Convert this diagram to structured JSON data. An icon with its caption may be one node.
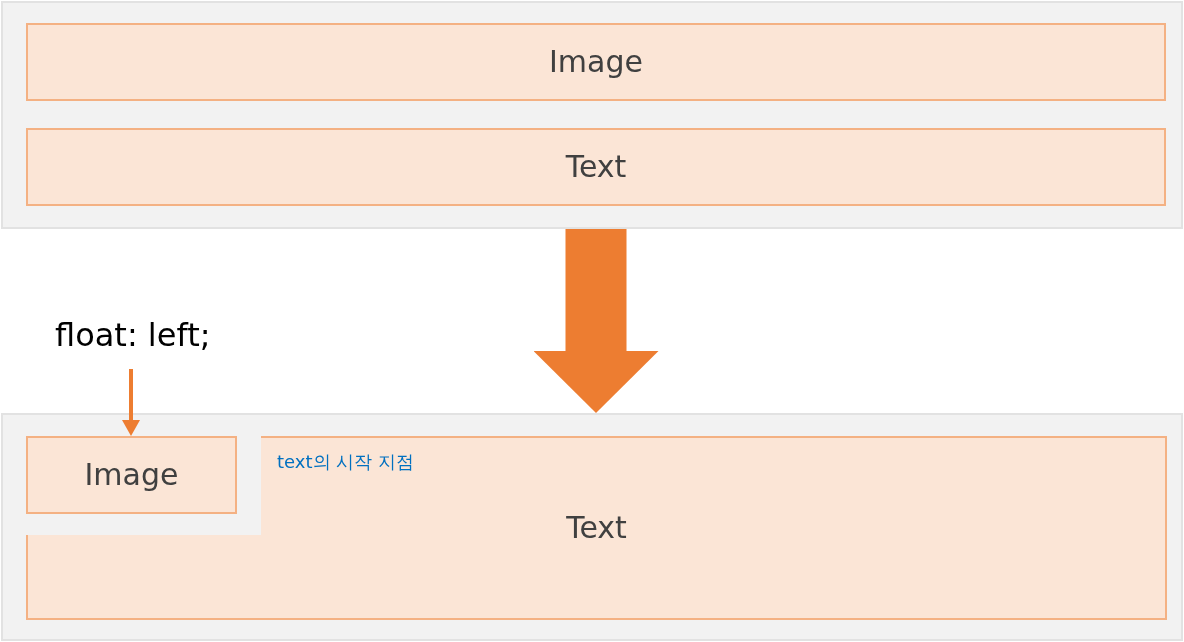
{
  "diagram": {
    "nodes": [
      {
        "text": [],
        "shape": "box"
      },
      {
        "text": [
          "Image"
        ],
        "in": 0
      },
      {
        "text": [
          "Text"
        ],
        "in": 0
      },
      {
        "text": [
          "float: left;"
        ]
      },
      {
        "text": [],
        "shape": "box"
      },
      {
        "text": [
          "text의 시작 지점",
          "Text"
        ],
        "in": 4
      },
      {
        "text": [
          "Image"
        ],
        "in": 5
      }
    ],
    "edges": [
      {
        "from": 0,
        "to": 4,
        "arrow": "to",
        "style": "thick"
      },
      {
        "from": 3,
        "to": 6,
        "arrow": "to"
      }
    ]
  }
}
